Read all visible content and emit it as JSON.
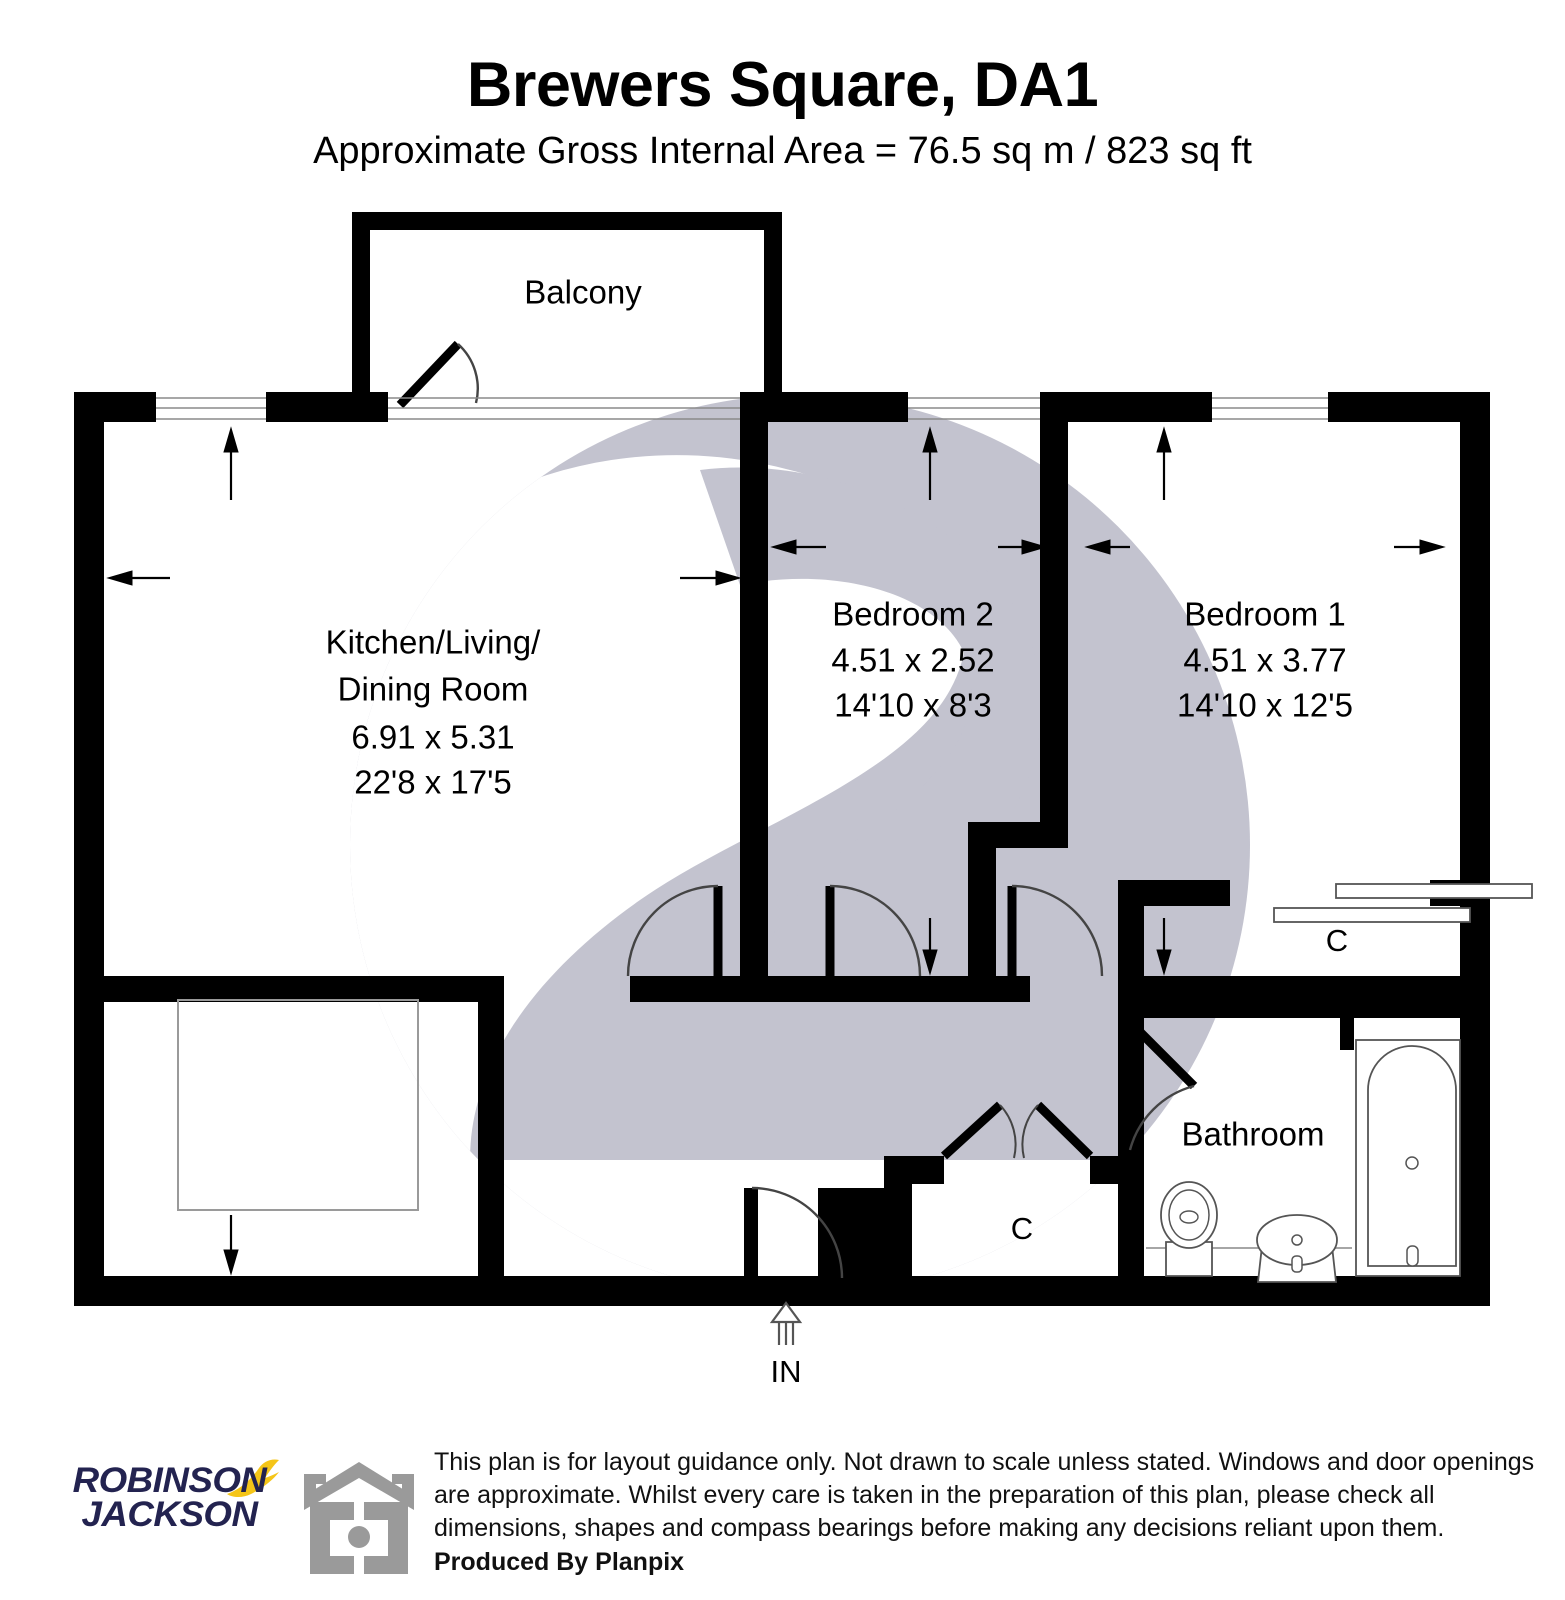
{
  "header": {
    "title": "Brewers Square, DA1",
    "subtitle": "Approximate Gross Internal Area = 76.5 sq m / 823 sq ft"
  },
  "plan": {
    "balcony_label": "Balcony",
    "entrance_label": "IN",
    "rooms": [
      {
        "id": "kitchen-living-dining",
        "name_line1": "Kitchen/Living/",
        "name_line2": "Dining Room",
        "metric": "6.91 x 5.31",
        "imperial": "22'8 x 17'5"
      },
      {
        "id": "bedroom-2",
        "name_line1": "Bedroom 2",
        "name_line2": "",
        "metric": "4.51 x 2.52",
        "imperial": "14'10 x 8'3"
      },
      {
        "id": "bedroom-1",
        "name_line1": "Bedroom 1",
        "name_line2": "",
        "metric": "4.51 x 3.77",
        "imperial": "14'10 x 12'5"
      },
      {
        "id": "bathroom",
        "name_line1": "Bathroom",
        "name_line2": "",
        "metric": "",
        "imperial": ""
      }
    ],
    "closets": [
      {
        "id": "closet-bedroom1",
        "label": "C"
      },
      {
        "id": "closet-hall",
        "label": "C"
      }
    ],
    "colors": {
      "wall": "#000000",
      "watermark": "#c3c3cf",
      "fixture_line": "#555555",
      "background": "#ffffff"
    }
  },
  "footer": {
    "logo": {
      "line1": "ROBINSON",
      "line2": "JACKSON",
      "text_color": "#232350",
      "bird_color": "#f5c518"
    },
    "icon_color": "#9a9a9a",
    "disclaimer_lines": [
      "This plan is for layout guidance only. Not drawn to scale unless stated. Windows and door openings",
      "are approximate. Whilst every care is taken in the preparation of this plan, please check all",
      "dimensions, shapes and compass bearings before making any decisions reliant upon them."
    ],
    "produced_by": "Produced By Planpix"
  }
}
